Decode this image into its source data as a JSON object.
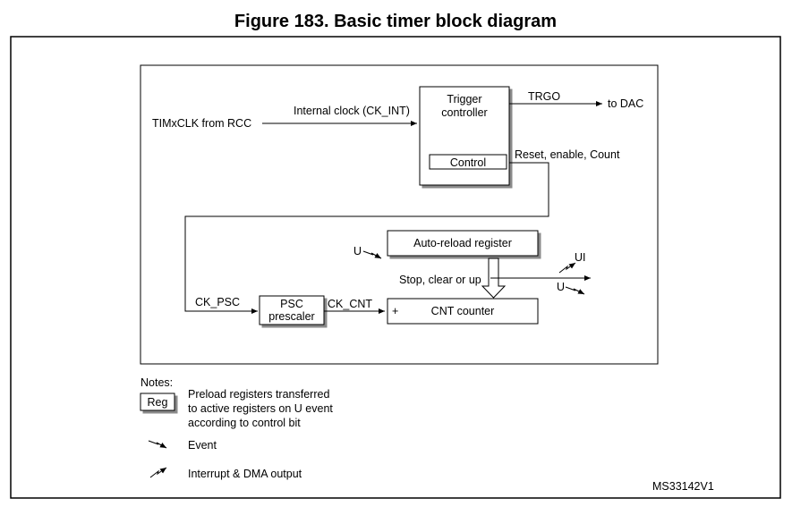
{
  "figure_title": "Figure 183. Basic timer block diagram",
  "diagram": {
    "input_label": "TIMxCLK from RCC",
    "internal_clock_label": "Internal clock (CK_INT)",
    "trigger_controller": {
      "line1": "Trigger",
      "line2": "controller",
      "control_label": "Control"
    },
    "trgo_label": "TRGO",
    "to_dac_label": "to DAC",
    "reset_enable_count_label": "Reset, enable, Count",
    "auto_reload_label": "Auto-reload register",
    "u_event_label": "U",
    "ui_label": "UI",
    "u_output_label": "U",
    "stop_clear_up_label": "Stop, clear or up",
    "ck_psc_label": "CK_PSC",
    "psc": {
      "line1": "PSC",
      "line2": "prescaler"
    },
    "ck_cnt_label": "CK_CNT",
    "cnt_plus_label": "+",
    "cnt_counter_label": "CNT counter"
  },
  "notes": {
    "heading": "Notes:",
    "reg_box_label": "Reg",
    "reg_desc": [
      "Preload registers transferred",
      "to active registers on U event",
      "according to control bit"
    ],
    "event_label": "Event",
    "interrupt_label": "Interrupt & DMA output"
  },
  "figure_id": "MS33142V1"
}
